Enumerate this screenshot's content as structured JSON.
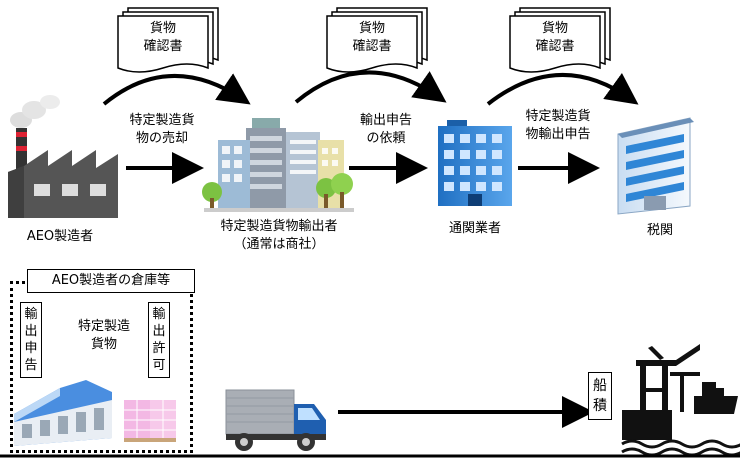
{
  "documents": [
    {
      "line1": "貨物",
      "line2": "確認書"
    },
    {
      "line1": "貨物",
      "line2": "確認書"
    },
    {
      "line1": "貨物",
      "line2": "確認書"
    }
  ],
  "flows": [
    {
      "line1": "特定製造貨",
      "line2": "物の売却"
    },
    {
      "line1": "輸出申告",
      "line2": "の依頼"
    },
    {
      "line1": "特定製造貨",
      "line2": "物輸出申告"
    }
  ],
  "actors": {
    "manufacturer": "AEO製造者",
    "exporter_line1": "特定製造貨物輸出者",
    "exporter_line2": "（通常は商社）",
    "customs_broker": "通関業者",
    "customs": "税関"
  },
  "warehouse": {
    "title": "AEO製造者の倉庫等",
    "declaration": [
      "輸",
      "出",
      "申",
      "告"
    ],
    "goods_line1": "特定製造",
    "goods_line2": "貨物",
    "permit": [
      "輸",
      "出",
      "許",
      "可"
    ]
  },
  "loading": [
    "船",
    "積"
  ],
  "colors": {
    "building_blue": "#2f86d6",
    "factory_gray": "#555555",
    "truck_blue": "#1f5fb0"
  }
}
